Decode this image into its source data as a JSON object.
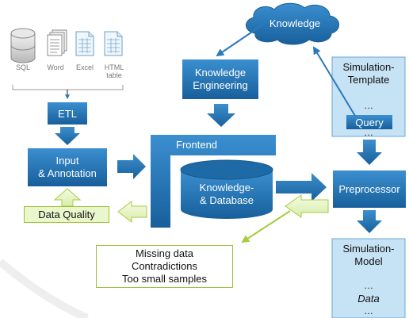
{
  "sources": [
    {
      "label": "SQL",
      "icon": "database-icon"
    },
    {
      "label": "Word",
      "icon": "word-document-icon"
    },
    {
      "label": "Excel",
      "icon": "excel-spreadsheet-icon"
    },
    {
      "label": "HTML\ntable",
      "icon": "html-table-icon"
    }
  ],
  "etl": "ETL",
  "input_annotation": "Input\n& Annotation",
  "data_quality": "Data Quality",
  "knowledge_cloud": "Knowledge",
  "knowledge_engineering": "Knowledge\nEngineering",
  "frontend": "Frontend",
  "knowledge_database": "Knowledge-\n& Database",
  "preprocessor": "Preprocessor",
  "simulation_template": {
    "title": "Simulation-\nTemplate",
    "dots_top": "…",
    "query": "Query",
    "dots_bottom": "…"
  },
  "simulation_model": {
    "title": "Simulation-\nModel",
    "dots_top": "…",
    "data": "Data",
    "dots_bottom": "…"
  },
  "issues_note": [
    "Missing data",
    "Contradictions",
    "Too small samples"
  ],
  "colors": {
    "blue": "#1f74b8",
    "light_blue": "#c9e4f6",
    "green_fill": "#eaf6cc",
    "green_border": "#9dc13a",
    "arrow_green": "#a6cc3f"
  }
}
